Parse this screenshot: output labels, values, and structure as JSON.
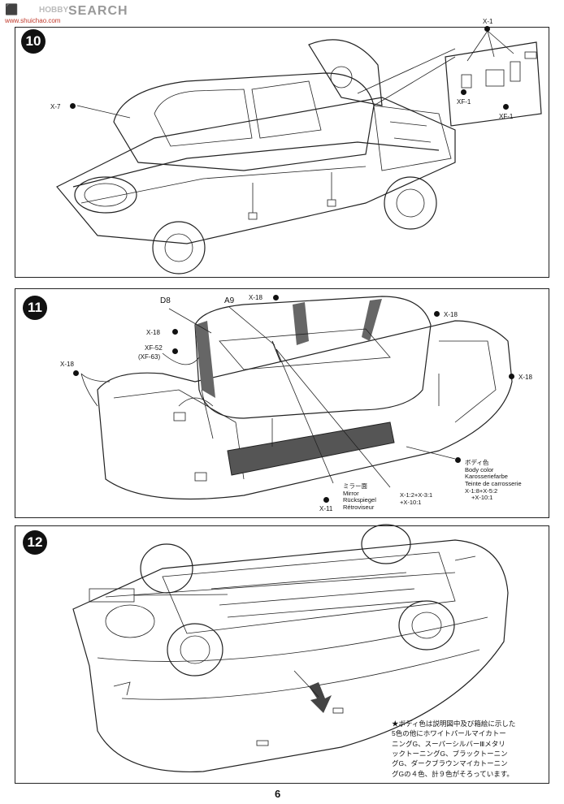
{
  "watermark": {
    "logo": "⬛",
    "sub": "www.shuichao.com",
    "text": "SEARCH",
    "brand_mark": "HOBBY"
  },
  "page_number": "6",
  "steps": {
    "s10": {
      "number": "10",
      "labels": {
        "x7": "X-7",
        "x1": "X-1",
        "xf1a": "XF-1",
        "xf1b": "XF-1"
      }
    },
    "s11": {
      "number": "11",
      "labels": {
        "d8": "D8",
        "a9": "A9",
        "x18_top": "X-18",
        "x18_right_top": "X-18",
        "x18_left": "X-18",
        "x18_far_left": "X-18",
        "x18_right": "X-18",
        "xf52": "XF-52",
        "xf63": "(XF-63)",
        "x11": "X-11"
      },
      "mirror": {
        "jp": "ミラー面",
        "en": "Mirror",
        "de": "Rückspiegel",
        "fr": "Rétroviseur"
      },
      "mirror_mix": "X-1:2+X-3:1\n+X-10:1",
      "body_color": {
        "jp": "ボディ色",
        "en": "Body color",
        "de": "Karosseriefarbe",
        "fr": "Teinte de carrosserie",
        "mix1": "X-1:8+X-5:2",
        "mix2": "+X-10:1"
      }
    },
    "s12": {
      "number": "12",
      "note": "★ボディ色は説明図中及び箱絵に示した\n5色の他にホワイトパールマイカトー\nニングG、スーパーシルバーⅢメタリ\nックトーニングG、ブラックトーニン\nグG、ダークブラウンマイカトーニン\nグGの４色、計９色がそろっています。"
    }
  }
}
